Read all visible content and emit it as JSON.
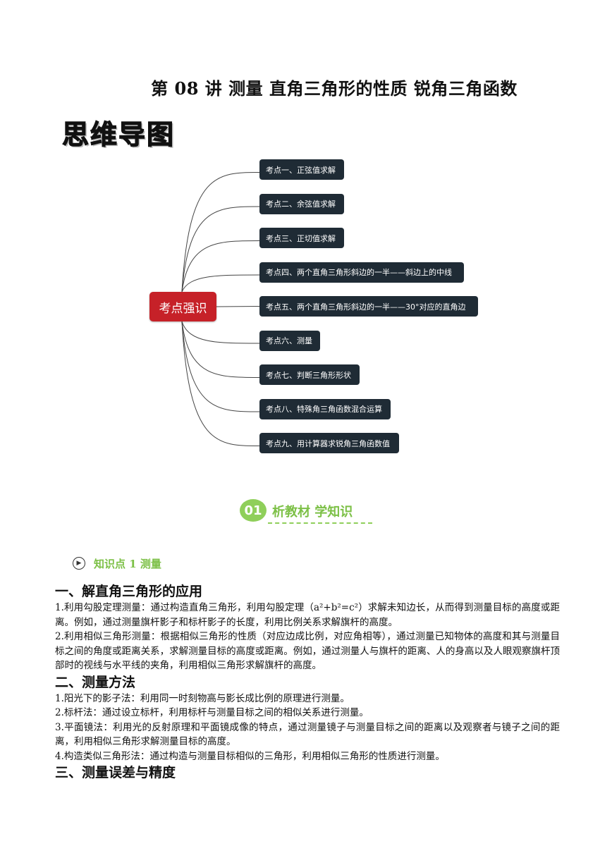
{
  "title": "第 08 讲  测量  直角三角形的性质  锐角三角函数",
  "mindmap_heading": "思维导图",
  "mindmap": {
    "root": "考点强识",
    "items": [
      "考点一、正弦值求解",
      "考点二、余弦值求解",
      "考点三、正切值求解",
      "考点四、两个直角三角形斜边的一半——斜边上的中线",
      "考点五、两个直角三角形斜边的一半——30°对应的直角边",
      "考点六、测量",
      "考点七、判断三角形形状",
      "考点八、特殊角三角函数混合运算",
      "考点九、用计算器求锐角三角函数值"
    ]
  },
  "banner": {
    "number": "01",
    "text": "析教材 学知识"
  },
  "knowledge_point": {
    "icon": "play-circle-icon",
    "text": "知识点 1  测量"
  },
  "sections": [
    {
      "heading": "一、解直角三角形的应用",
      "paragraphs": [
        "1.利用勾股定理测量：通过构造直角三角形，利用勾股定理（a²+b²=c²）求解未知边长，从而得到测量目标的高度或距离。例如，通过测量旗杆影子和标杆影子的长度，利用比例关系求解旗杆的高度。",
        "2.利用相似三角形测量：根据相似三角形的性质（对应边成比例，对应角相等），通过测量已知物体的高度和其与测量目标之间的角度或距离关系，求解测量目标的高度或距离。例如，通过测量人与旗杆的距离、人的身高以及人眼观察旗杆顶部时的视线与水平线的夹角，利用相似三角形求解旗杆的高度。"
      ]
    },
    {
      "heading": "二、测量方法",
      "paragraphs": [
        "1.阳光下的影子法：利用同一时刻物高与影长成比例的原理进行测量。",
        "2.标杆法：通过设立标杆，利用标杆与测量目标之间的相似关系进行测量。",
        "3.平面镜法：利用光的反射原理和平面镜成像的特点，通过测量镜子与测量目标之间的距离以及观察者与镜子之间的距离，利用相似三角形求解测量目标的高度。",
        "4.构造类似三角形法：通过构造与测量目标相似的三角形，利用相似三角形的性质进行测量。"
      ]
    },
    {
      "heading": "三、测量误差与精度",
      "paragraphs": []
    }
  ]
}
